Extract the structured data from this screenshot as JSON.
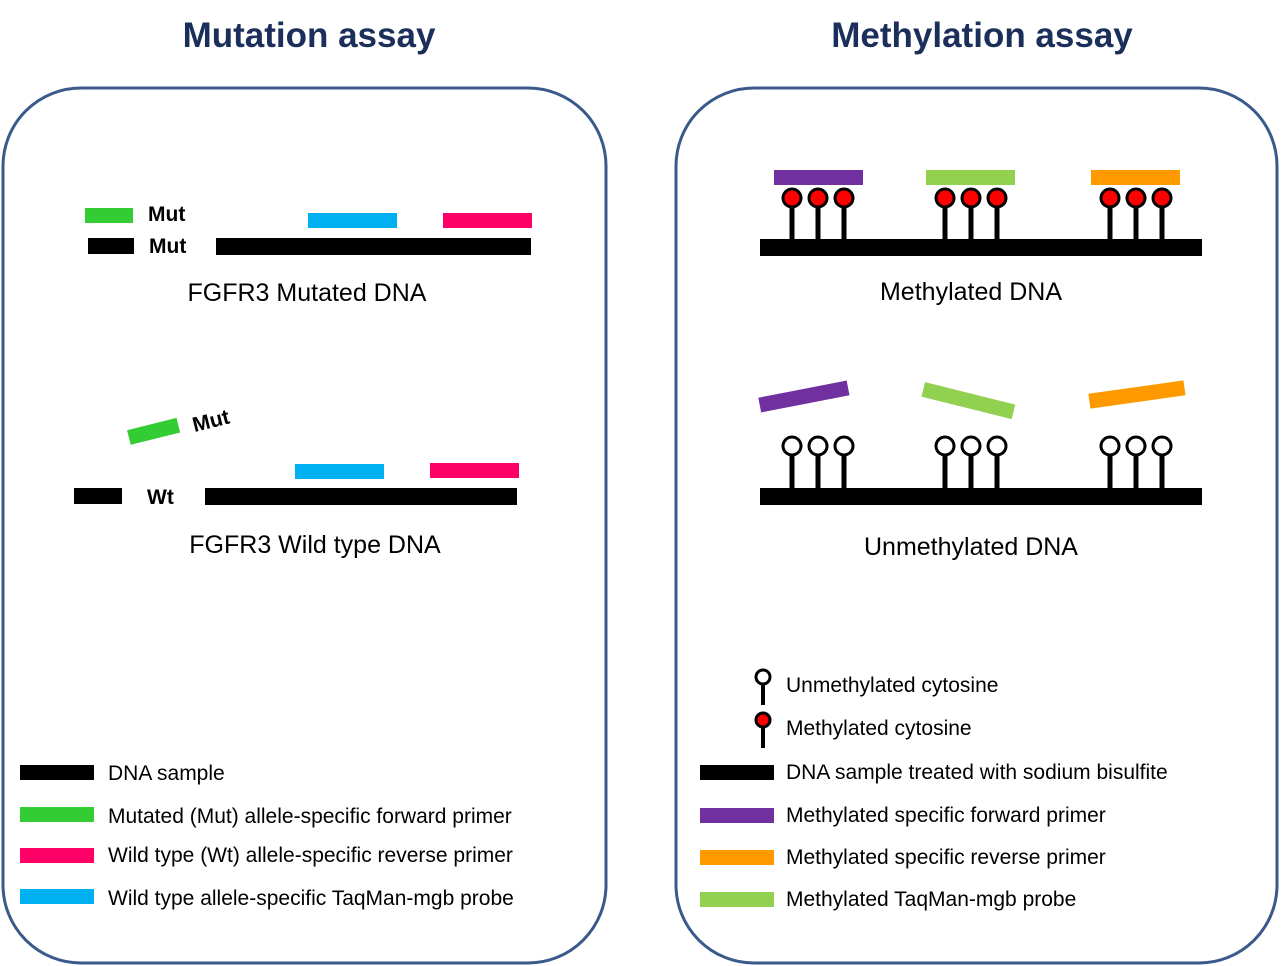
{
  "colors": {
    "dna": "#000000",
    "mut_forward_primer": "#33cc33",
    "wt_reverse_primer": "#ff0066",
    "wt_probe": "#00b0f0",
    "meth_forward_primer": "#7030a0",
    "meth_reverse_primer": "#ff9900",
    "meth_probe": "#92d050",
    "methylated_cytosine": "#ff0000",
    "title": "#1b2f5a",
    "panel_border": "#3a5a8c"
  },
  "mutation_assay": {
    "title": "Mutation assay",
    "mutated": {
      "primer_label": "Mut",
      "dna_label": "Mut",
      "caption": "FGFR3 Mutated DNA"
    },
    "wild_type": {
      "primer_label": "Mut",
      "dna_label": "Wt",
      "caption": "FGFR3 Wild type DNA"
    },
    "legend": [
      {
        "color_key": "dna",
        "label": "DNA sample"
      },
      {
        "color_key": "mut_forward_primer",
        "label": "Mutated (Mut) allele-specific forward primer"
      },
      {
        "color_key": "wt_reverse_primer",
        "label": "Wild type  (Wt) allele-specific reverse primer"
      },
      {
        "color_key": "wt_probe",
        "label": "Wild type allele-specific TaqMan-mgb probe"
      }
    ]
  },
  "methylation_assay": {
    "title": "Methylation assay",
    "methylated_caption": "Methylated DNA",
    "unmethylated_caption": "Unmethylated DNA",
    "symbol_legend": [
      {
        "symbol": "unmethylated-cytosine",
        "label": "Unmethylated cytosine"
      },
      {
        "symbol": "methylated-cytosine",
        "label": "Methylated cytosine"
      }
    ],
    "legend": [
      {
        "color_key": "dna",
        "label": "DNA sample treated with sodium bisulfite"
      },
      {
        "color_key": "meth_forward_primer",
        "label": "Methylated specific forward primer"
      },
      {
        "color_key": "meth_reverse_primer",
        "label": "Methylated specific reverse primer"
      },
      {
        "color_key": "meth_probe",
        "label": "Methylated TaqMan-mgb probe"
      }
    ]
  }
}
